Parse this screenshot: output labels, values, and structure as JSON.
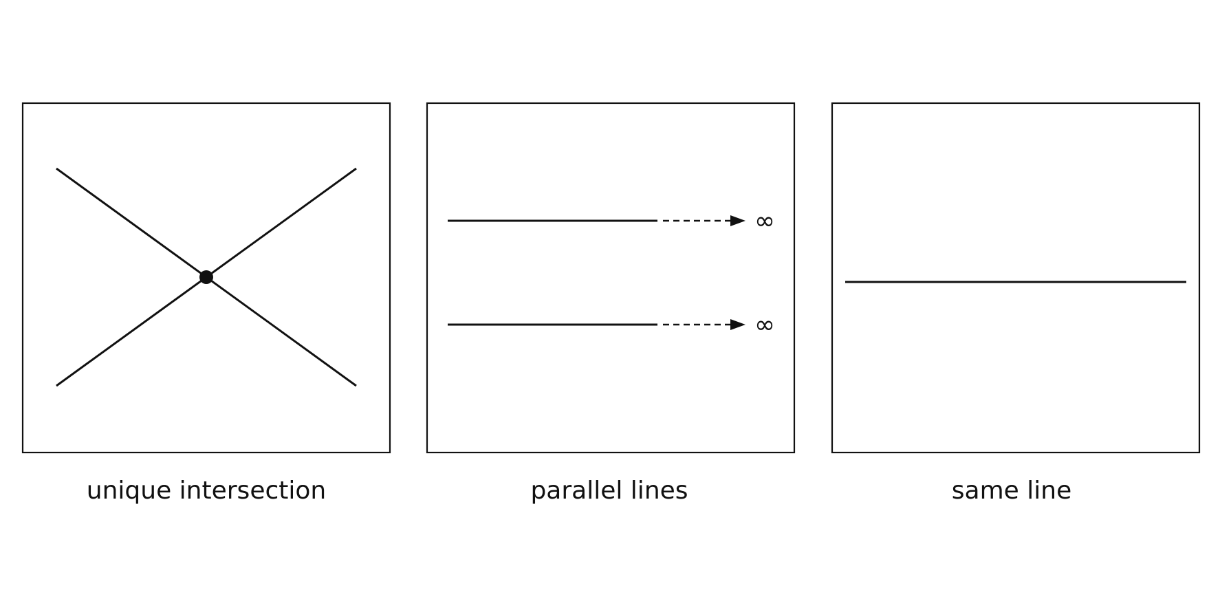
{
  "panels": [
    {
      "id": "unique-intersection",
      "caption": "unique intersection"
    },
    {
      "id": "parallel-lines",
      "caption": "parallel lines",
      "end_symbols": [
        "∞",
        "∞"
      ]
    },
    {
      "id": "same-line",
      "caption": "same line"
    }
  ],
  "colors": {
    "stroke": "#111111",
    "background": "#ffffff"
  }
}
